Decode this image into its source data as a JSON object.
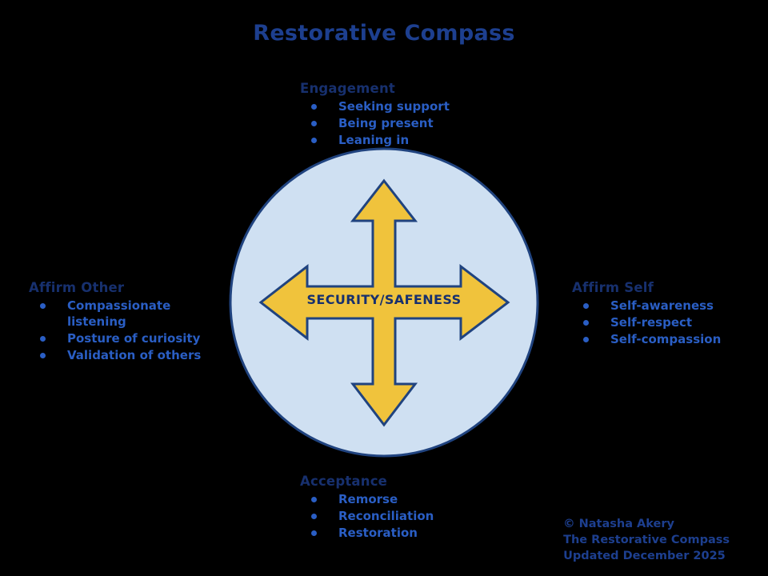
{
  "title": "Restorative Compass",
  "center": {
    "label": "SECURITY/SAFENESS",
    "circle_color": "#cfe0f2",
    "arrow_color": "#f0c33c",
    "outline_color": "#20437f"
  },
  "quadrants": {
    "top": {
      "heading": "Engagement",
      "items": [
        "Seeking support",
        "Being present",
        "Leaning in"
      ]
    },
    "right": {
      "heading": "Affirm Self",
      "items": [
        "Self-awareness",
        "Self-respect",
        "Self-compassion"
      ]
    },
    "bottom": {
      "heading": "Acceptance",
      "items": [
        "Remorse",
        "Reconciliation",
        "Restoration"
      ]
    },
    "left": {
      "heading": "Affirm Other",
      "items": [
        "Compassionate listening",
        "Posture of curiosity",
        "Validation of others"
      ]
    }
  },
  "credit": {
    "line1": "© Natasha Akery",
    "line2": "The Restorative Compass",
    "line3": "Updated December 2025"
  },
  "colors": {
    "background": "#000000",
    "title_blue": "#1d3f8f",
    "heading_blue": "#17306e",
    "body_blue": "#2a5ec4"
  }
}
